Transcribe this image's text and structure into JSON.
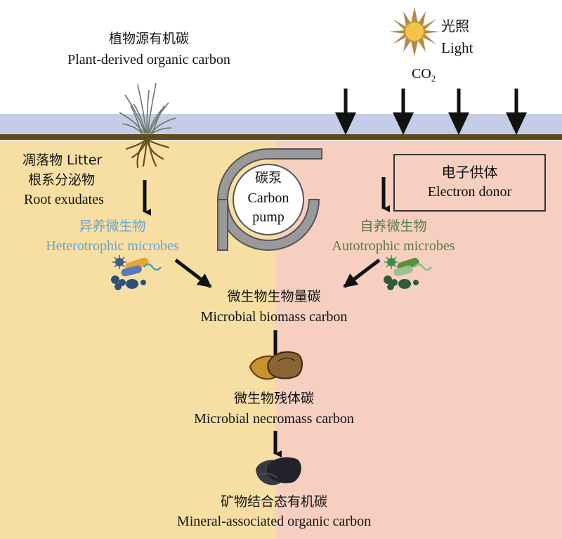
{
  "colors": {
    "sky": "#c3cde7",
    "ground_line": "#5e4a1f",
    "left_soil": "#f7dfa4",
    "right_soil": "#f6cfc0",
    "hetero_text": "#6aa3cf",
    "auto_text": "#5a7a4a",
    "pump_gray": "#9a9a9a",
    "arrow": "#111111"
  },
  "plant": {
    "zh": "植物源有机碳",
    "en": "Plant-derived organic carbon"
  },
  "light": {
    "zh": "光照",
    "en": "Light",
    "icon": "sun-icon"
  },
  "co2": {
    "main": "CO",
    "sub": "2"
  },
  "litter": {
    "line1": "凋落物 Litter",
    "line2": "根系分泌物",
    "line3": "Root exudates"
  },
  "electron_donor": {
    "zh": "电子供体",
    "en": "Electron donor"
  },
  "pump": {
    "zh": "碳泵",
    "en1": "Carbon",
    "en2": "pump",
    "icon": "carbon-pump-icon"
  },
  "hetero": {
    "zh": "异养微生物",
    "en": "Heterotrophic microbes",
    "icon": "microbes-icon"
  },
  "auto": {
    "zh": "自养微生物",
    "en": "Autotrophic microbes",
    "icon": "microbes-icon"
  },
  "biomass": {
    "zh": "微生物生物量碳",
    "en": "Microbial biomass carbon"
  },
  "necromass": {
    "zh": "微生物残体碳",
    "en": "Microbial necromass carbon",
    "icon": "necromass-particles-icon"
  },
  "mineral": {
    "zh": "矿物结合态有机碳",
    "en": "Mineral-associated organic carbon",
    "icon": "mineral-particles-icon"
  }
}
